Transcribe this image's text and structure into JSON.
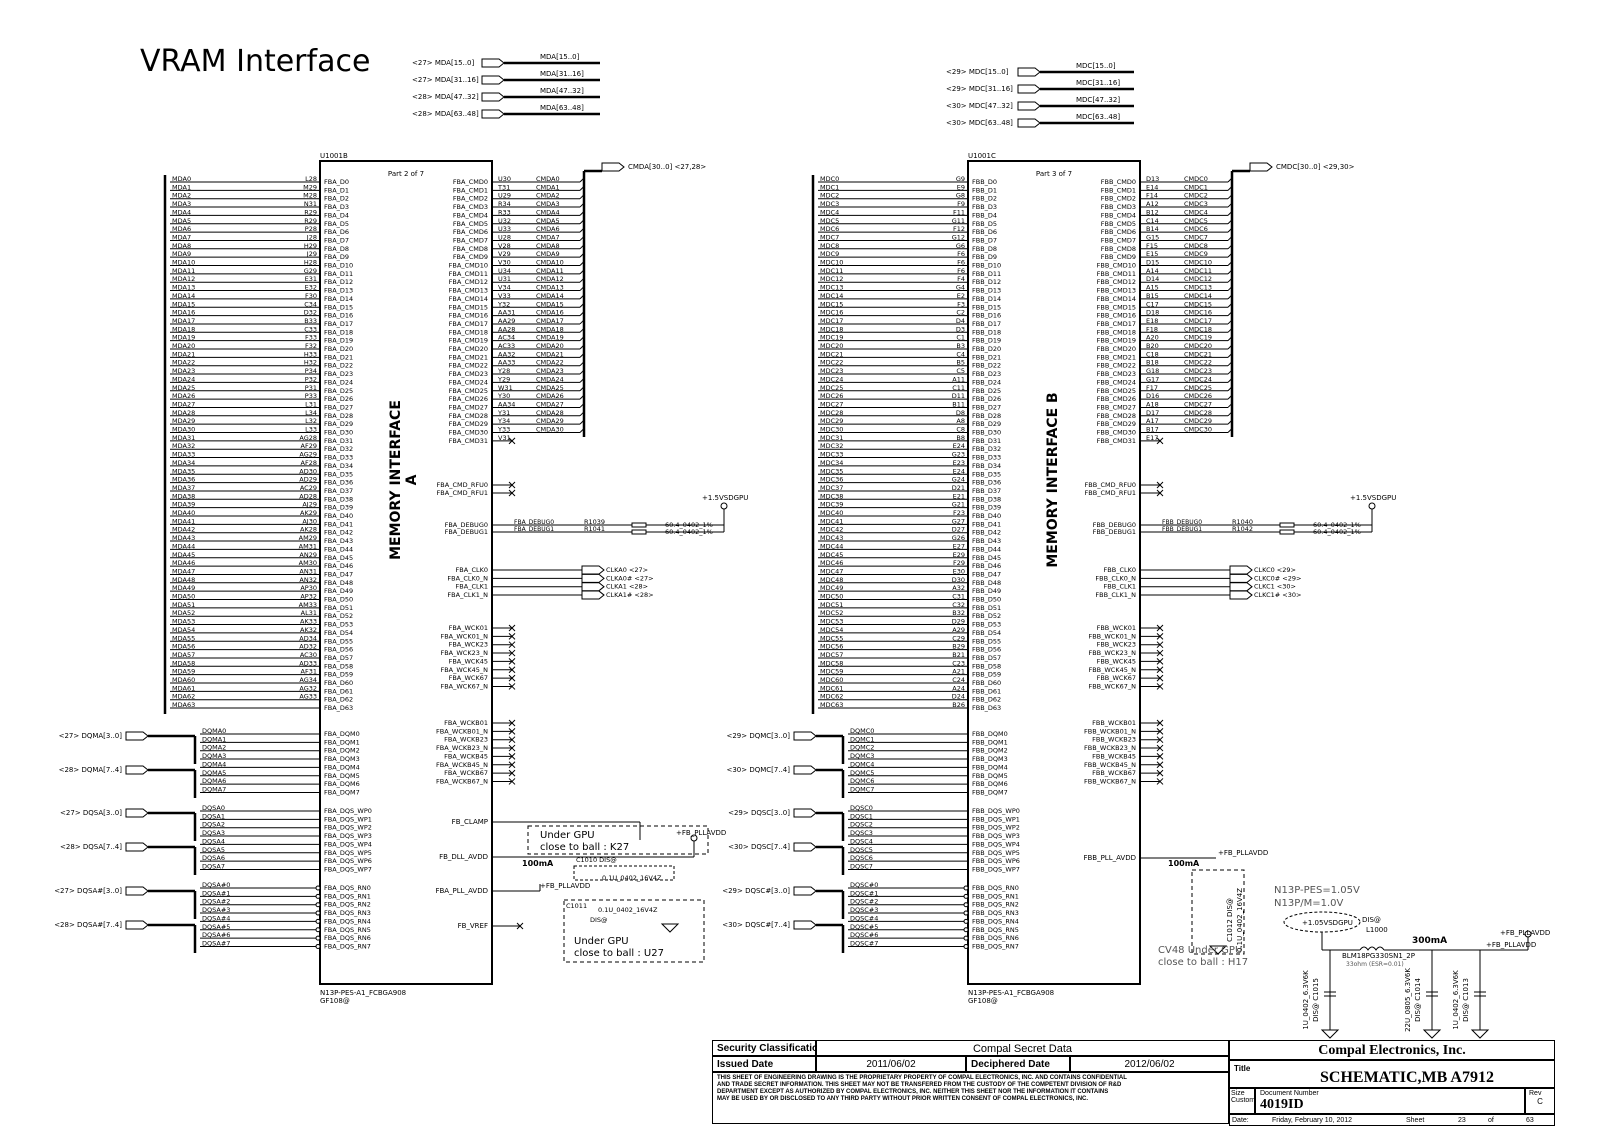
{
  "sheet_title": "VRAM Interface",
  "top_buses_left": [
    {
      "ref": "<27> MDA[15..0]",
      "net": "MDA[15..0]"
    },
    {
      "ref": "<27> MDA[31..16]",
      "net": "MDA[31..16]"
    },
    {
      "ref": "<28> MDA[47..32]",
      "net": "MDA[47..32]"
    },
    {
      "ref": "<28> MDA[63..48]",
      "net": "MDA[63..48]"
    }
  ],
  "top_buses_right": [
    {
      "ref": "<29> MDC[15..0]",
      "net": "MDC[15..0]"
    },
    {
      "ref": "<29> MDC[31..16]",
      "net": "MDC[31..16]"
    },
    {
      "ref": "<30> MDC[47..32]",
      "net": "MDC[47..32]"
    },
    {
      "ref": "<30> MDC[63..48]",
      "net": "MDC[63..48]"
    }
  ],
  "chip_a": {
    "ref": "U1001B",
    "part": "Part 2 of 7",
    "label_line1": "MEMORY INTERFACE",
    "label_line2": "A",
    "footer1": "N13P-PES-A1_FCBGA908",
    "footer2": "GF108@",
    "cmd_bus": "CMDA[30..0]",
    "cmd_bus_ref": "<27,28>",
    "debug_pins": [
      "FBA_DEBUG0",
      "FBA_DEBUG1"
    ],
    "debug_resistors": [
      "R1039",
      "R1041"
    ],
    "debug_value": "60.4_0402_1%",
    "clk_pins": [
      "FBA_CLK0",
      "FBA_CLK0_N",
      "FBA_CLK1",
      "FBA_CLK1_N"
    ],
    "clk_nets": [
      "CLKA0 <27>",
      "CLKA0# <27>",
      "CLKA1 <28>",
      "CLKA1# <28>"
    ],
    "dqm_refs": [
      "<27> DQMA[3..0]",
      "<28> DQMA[7..4]"
    ],
    "dqs_refs": [
      "<27> DQSA[3..0]",
      "<28> DQSA[7..4]",
      "<27> DQSA#[3..0]",
      "<28> DQSA#[7..4]"
    ],
    "vref": "FB_VREF",
    "clamp": "FB_CLAMP",
    "dll": "FB_DLL_AVDD",
    "pll": "FBA_PLL_AVDD",
    "pwr": "+1.5VSDGPU",
    "pllavdd": "+FB_PLLAVDD",
    "current": "100mA",
    "cap1": "C1010 DIS@",
    "cap1_val": "0.1U_0402_16V4Z",
    "cap2": "C1011",
    "cap2_val": "0.1U_0402_16V4Z",
    "cap2_tag": "DIS@",
    "note1": [
      "Under GPU",
      "close to ball : K27"
    ],
    "note2": [
      "Under GPU",
      "close to ball : U27"
    ]
  },
  "chip_b": {
    "ref": "U1001C",
    "part": "Part 3 of 7",
    "label_line1": "MEMORY INTERFACE B",
    "footer1": "N13P-PES-A1_FCBGA908",
    "footer2": "GF108@",
    "cmd_bus": "CMDC[30..0]",
    "cmd_bus_ref": "<29,30>",
    "debug_pins": [
      "FBB_DEBUG0",
      "FBB_DEBUG1"
    ],
    "debug_resistors": [
      "R1040",
      "R1042"
    ],
    "debug_value": "60.4_0402_1%",
    "clk_pins": [
      "FBB_CLK0",
      "FBB_CLK0_N",
      "FBB_CLK1",
      "FBB_CLK1_N"
    ],
    "clk_nets": [
      "CLKC0 <29>",
      "CLKC0# <29>",
      "CLKC1 <30>",
      "CLKC1# <30>"
    ],
    "dqm_refs": [
      "<29> DQMC[3..0]",
      "<30> DQMC[7..4]"
    ],
    "dqs_refs": [
      "<29> DQSC[3..0]",
      "<30> DQSC[7..4]",
      "<29> DQSC#[3..0]",
      "<30> DQSC#[7..4]"
    ],
    "pll": "FBB_PLL_AVDD",
    "pllavdd": "+FB_PLLAVDD",
    "current": "100mA",
    "cap": "C1012",
    "cap_val": "0.1U_0402_16V4Z",
    "cap_tag": "DIS@",
    "note": [
      "CV48 Under GPU",
      "close to ball : H17"
    ]
  },
  "power_block": {
    "note1": "N13P-PES=1.05V",
    "note2": "N13P/M=1.0V",
    "src": "+1.05VSDGPU",
    "dis": "DIS@",
    "inductor": "L1000",
    "inductor_val": "BLM18PG330SN1_2P",
    "inductor_sub": "33ohm (ESR=0.01)",
    "current": "300mA",
    "out": "+FB_PLLAVDD",
    "caps": [
      {
        "ref": "C1015",
        "val": "1U_0402_6.3V6K",
        "tag": "DIS@"
      },
      {
        "ref": "C1014",
        "val": "22U_0805_6.3V6K",
        "tag": "DIS@"
      },
      {
        "ref": "C1013",
        "val": "1U_0402_6.3V6K",
        "tag": "DIS@"
      }
    ]
  },
  "title_block": {
    "security_label": "Security Classification",
    "security_value": "Compal Secret Data",
    "issued_label": "Issued Date",
    "issued_value": "2011/06/02",
    "deciphered_label": "Deciphered Date",
    "deciphered_value": "2012/06/02",
    "company": "Compal Electronics, Inc.",
    "title_label": "Title",
    "title_value": "SCHEMATIC,MB A7912",
    "size_label": "Size",
    "custom_label": "Custom",
    "doc_label": "Document Number",
    "doc_value": "4019ID",
    "rev_label": "Rev",
    "rev_value": "C",
    "date_label": "Date:",
    "date_value": "Friday, February 10, 2012",
    "sheet_label": "Sheet",
    "sheet_value": "23",
    "of_label": "of",
    "of_value": "63",
    "disclaimer": [
      "THIS SHEET OF ENGINEERING DRAWING IS THE PROPRIETARY PROPERTY OF COMPAL ELECTRONICS, INC. AND CONTAINS CONFIDENTIAL",
      "AND TRADE SECRET INFORMATION. THIS SHEET MAY NOT BE TRANSFERED FROM THE CUSTODY OF THE COMPETENT DIVISION OF R&D",
      "DEPARTMENT EXCEPT AS AUTHORIZED BY COMPAL ELECTRONICS, INC. NEITHER THIS SHEET NOR THE INFORMATION IT CONTAINS",
      "MAY BE USED BY OR DISCLOSED TO ANY THIRD PARTY WITHOUT PRIOR WRITTEN CONSENT OF COMPAL ELECTRONICS, INC."
    ]
  }
}
